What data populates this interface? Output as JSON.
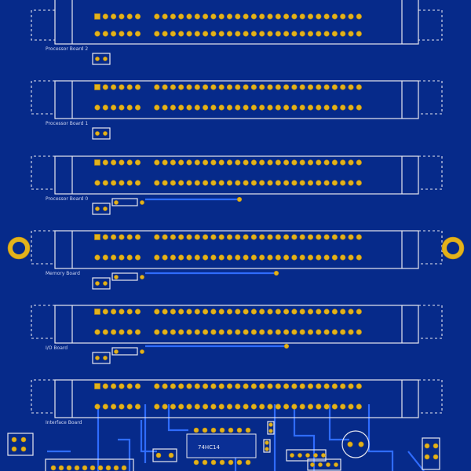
{
  "board": {
    "background": "#062a8a",
    "silkscreen_color": "#e8e8f0",
    "pad_color": "#e3b21b",
    "trace_color": "#2f6cff"
  },
  "slots": [
    {
      "label": "Processor Board 2",
      "pins_per_row": 32
    },
    {
      "label": "Processor Board 1",
      "pins_per_row": 32
    },
    {
      "label": "Processor Board 0",
      "pins_per_row": 32
    },
    {
      "label": "Memory Board",
      "pins_per_row": 32
    },
    {
      "label": "I/O Board",
      "pins_per_row": 32
    },
    {
      "label": "Interface Board",
      "pins_per_row": 32
    }
  ],
  "chips": [
    {
      "label": "74HC14"
    }
  ],
  "mounting_holes": 2
}
